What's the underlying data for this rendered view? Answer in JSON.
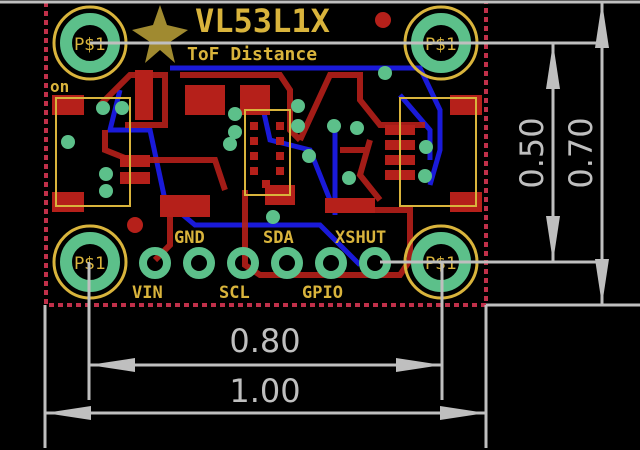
{
  "board": {
    "title": "VL53L1X",
    "subtitle": "ToF Distance",
    "on_label": "on",
    "mounting_hole_label": "P$1",
    "colors": {
      "background": "#000000",
      "top_copper": "#b5201a",
      "bottom_copper": "#1a1ad9",
      "silkscreen": "#d9b43c",
      "pad": "#5cc08a",
      "dimension": "#bfbfbf",
      "outline": "#c0304a"
    }
  },
  "header_pins": {
    "top_labels": [
      "GND",
      "SDA",
      "XSHUT"
    ],
    "bottom_labels": [
      "VIN",
      "SCL",
      "GPIO"
    ]
  },
  "dimensions": {
    "horizontal_inner": "0.80",
    "horizontal_outer": "1.00",
    "vertical_inner": "0.50",
    "vertical_outer": "0.70"
  }
}
